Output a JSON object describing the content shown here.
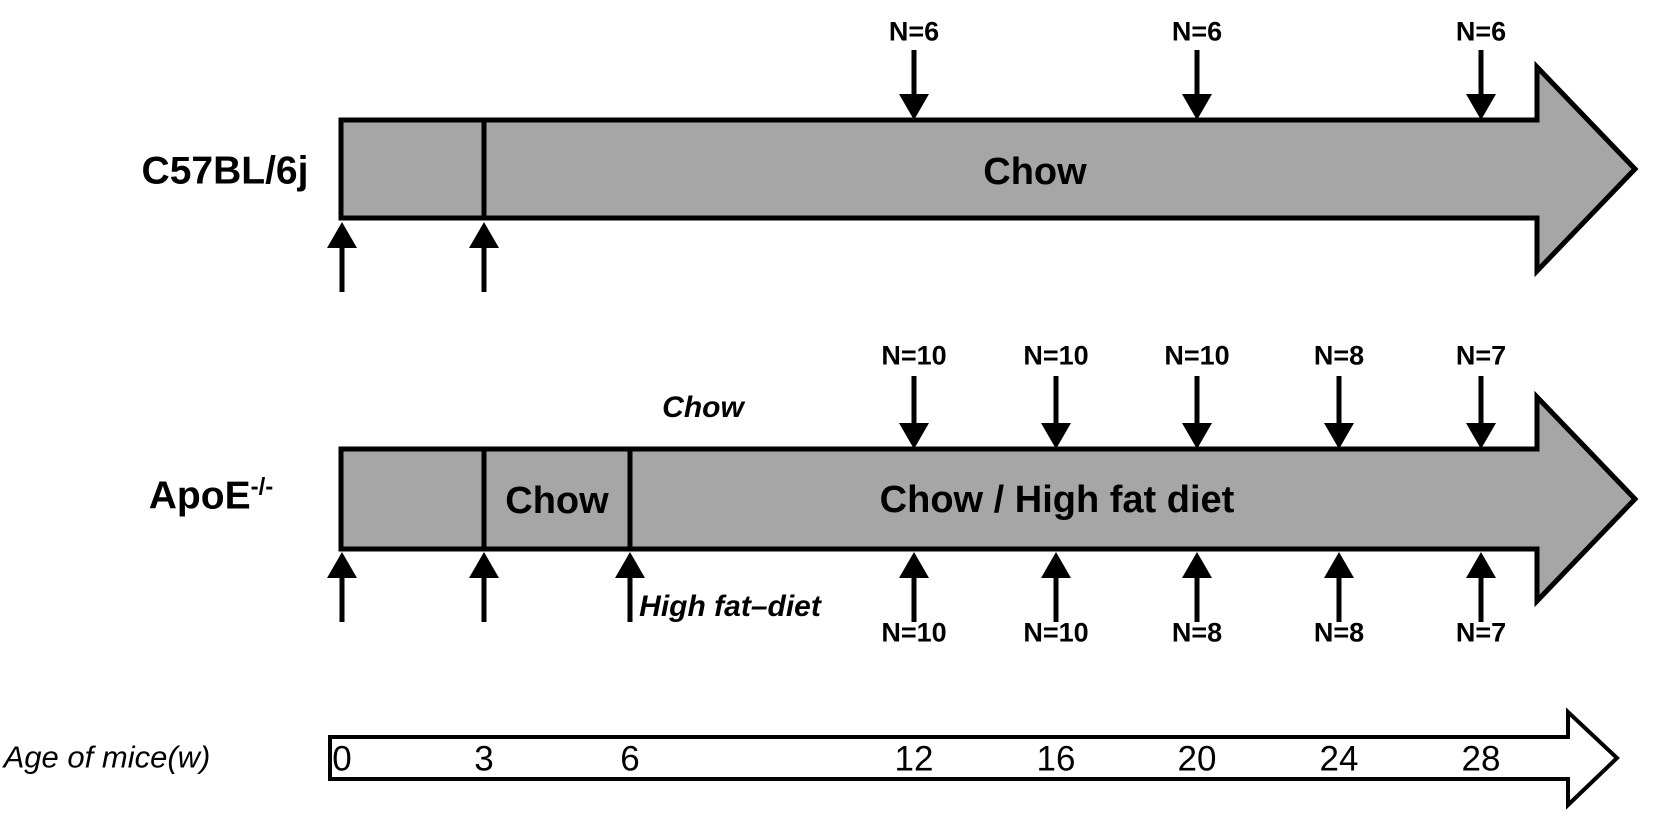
{
  "figure": {
    "colors": {
      "bar_fill": "#a6a6a6",
      "outline": "#000000",
      "axis_fill": "#ffffff",
      "text": "#000000"
    },
    "rows": [
      {
        "id": "c57bl6j",
        "label": "C57BL/6j",
        "label_superscript": "",
        "segment_labels": {
          "main": "Chow"
        },
        "start_arrow_weeks": [
          0,
          3
        ],
        "samples_above": [
          {
            "week": 12,
            "label": "N=6"
          },
          {
            "week": 20,
            "label": "N=6"
          },
          {
            "week": 28,
            "label": "N=6"
          }
        ],
        "samples_below": []
      },
      {
        "id": "apoe",
        "label": "ApoE",
        "label_superscript": "-/-",
        "segment_labels": {
          "early": "Chow",
          "main": "Chow / High fat diet"
        },
        "diet_note_above": "Chow",
        "diet_note_below": "High fat–diet",
        "start_arrow_weeks": [
          0,
          3,
          6
        ],
        "samples_above": [
          {
            "week": 12,
            "label": "N=10"
          },
          {
            "week": 16,
            "label": "N=10"
          },
          {
            "week": 20,
            "label": "N=10"
          },
          {
            "week": 24,
            "label": "N=8"
          },
          {
            "week": 28,
            "label": "N=7"
          }
        ],
        "samples_below": [
          {
            "week": 12,
            "label": "N=10"
          },
          {
            "week": 16,
            "label": "N=10"
          },
          {
            "week": 20,
            "label": "N=8"
          },
          {
            "week": 24,
            "label": "N=8"
          },
          {
            "week": 28,
            "label": "N=7"
          }
        ]
      }
    ],
    "axis": {
      "label": "Age of mice(w)",
      "ticks": [
        "0",
        "3",
        "6",
        "12",
        "16",
        "20",
        "24",
        "28"
      ]
    }
  }
}
